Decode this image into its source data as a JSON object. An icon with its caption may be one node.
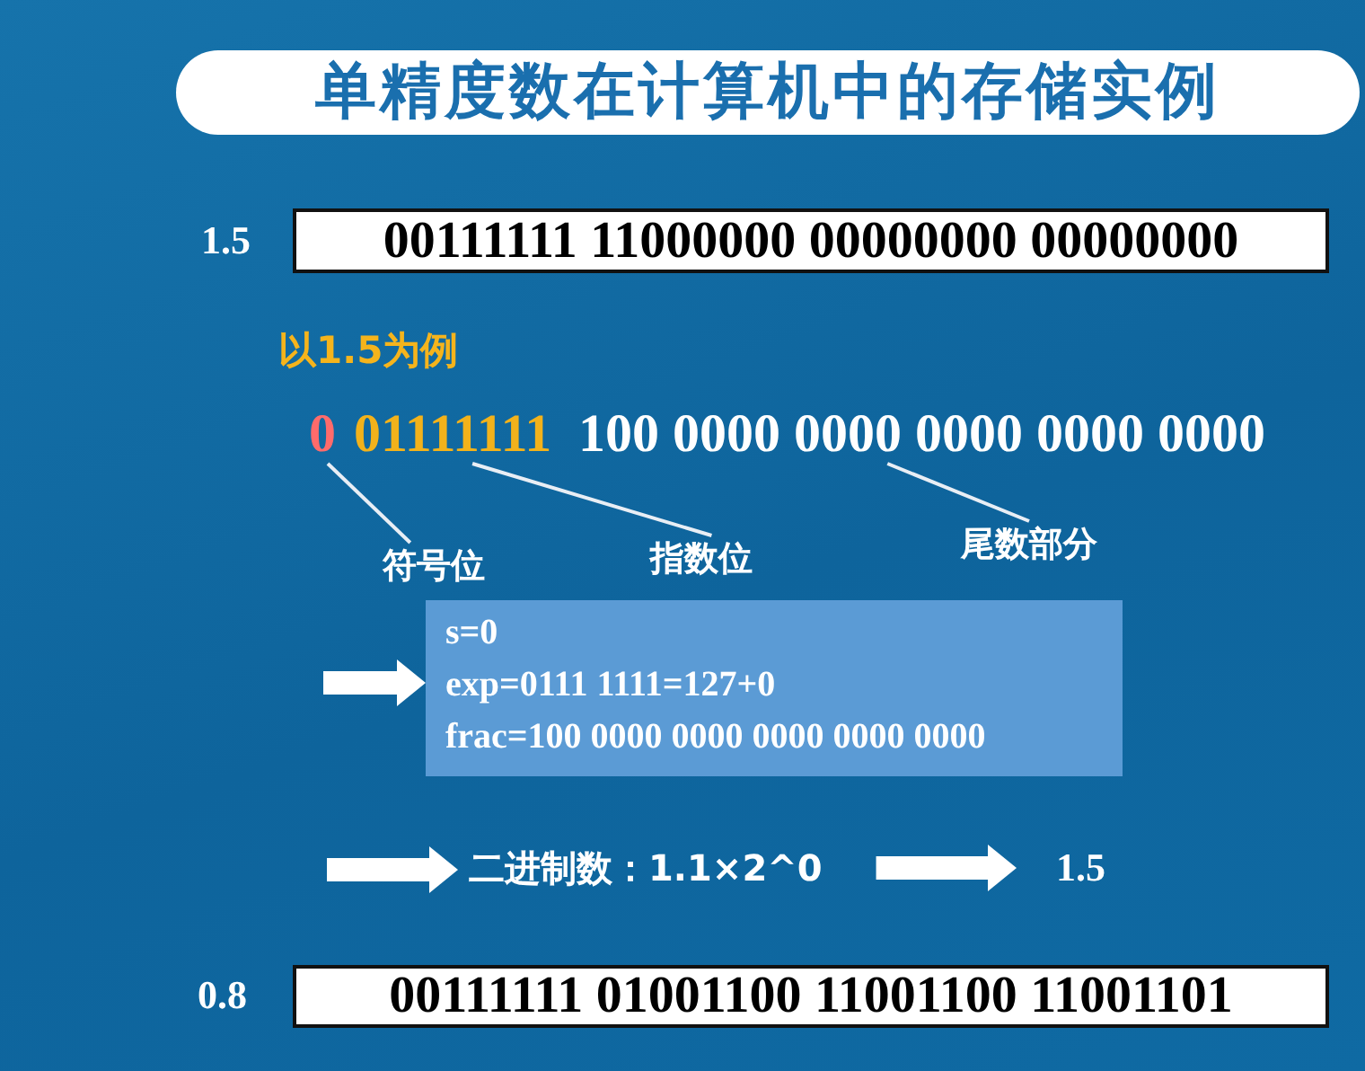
{
  "diagram": {
    "title": "单精度数在计算机中的存储实例",
    "nodes": [
      {
        "text": [
          "00111111 11000000 00000000 00000000"
        ],
        "beside": [
          "1.5"
        ]
      },
      {
        "text": [
          "0"
        ]
      },
      {
        "text": [
          "01111111"
        ]
      },
      {
        "text": [
          "100 0000 0000 0000 0000 0000"
        ]
      },
      {
        "text": [
          "符号位"
        ]
      },
      {
        "text": [
          "指数位"
        ]
      },
      {
        "text": [
          "尾数部分"
        ]
      },
      {
        "text": [
          "s=0",
          "exp=0111 1111=127+0",
          "frac=100 0000 0000 0000 0000 0000"
        ]
      },
      {
        "text": [
          "二进制数：1.1×2^0"
        ]
      },
      {
        "text": [
          "1.5"
        ]
      },
      {
        "text": [
          "00111111 01001100 11001100 11001101"
        ],
        "beside": [
          "0.8"
        ]
      }
    ],
    "edges": [
      {
        "from": 4,
        "to": 1,
        "arrow": "none"
      },
      {
        "from": 5,
        "to": 2,
        "arrow": "none"
      },
      {
        "from": 6,
        "to": 3,
        "arrow": "none"
      },
      {
        "from": null,
        "to": 7,
        "arrow": "to",
        "style": "thick"
      },
      {
        "from": null,
        "to": 8,
        "arrow": "to",
        "style": "thick"
      },
      {
        "from": 8,
        "to": 9,
        "arrow": "to",
        "style": "thick"
      }
    ],
    "labels": [
      "以1.5为例"
    ]
  }
}
